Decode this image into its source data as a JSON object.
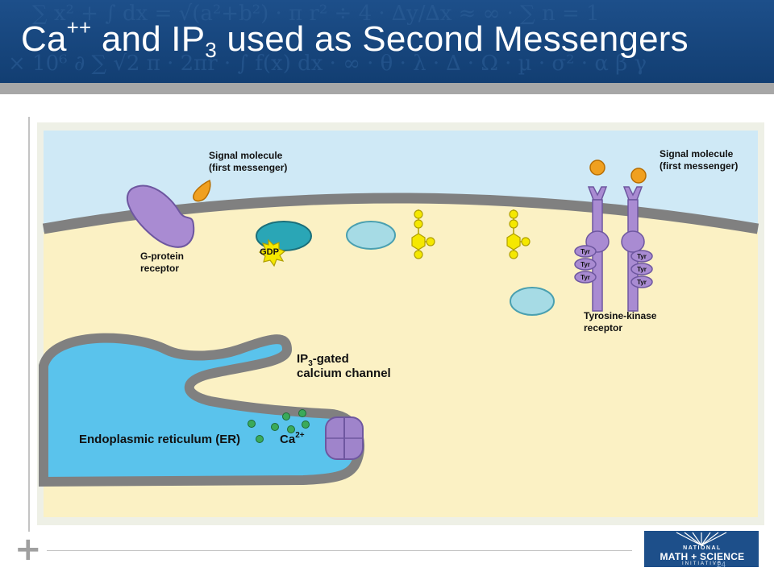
{
  "slide": {
    "title_pre": "Ca",
    "title_sup": "++",
    "title_mid": " and IP",
    "title_sub": "3",
    "title_post": " used as Second Messengers",
    "page_number": "24"
  },
  "diagram": {
    "signal_left_line1": "Signal molecule",
    "signal_left_line2": "(first messenger)",
    "signal_right_line1": "Signal molecule",
    "signal_right_line2": "(first messenger)",
    "gprotein_line1": "G-protein",
    "gprotein_line2": "receptor",
    "gdp": "GDP",
    "tyrosine_line1": "Tyrosine-kinase",
    "tyrosine_line2": "receptor",
    "tyr": "Tyr",
    "ip3_gated_pre": "IP",
    "ip3_gated_sub": "3",
    "ip3_gated_post": "-gated",
    "calcium_channel": "calcium channel",
    "er_label": "Endoplasmic reticulum (ER)",
    "ca_label": "Ca",
    "ca_sup": "2+"
  },
  "logo": {
    "line1": "NATIONAL",
    "line2": "MATH + SCIENCE",
    "line3": "INITIATIVE"
  },
  "colors": {
    "title_bar": "#1d4f8a",
    "extracellular": "#cfe9f6",
    "cytoplasm": "#fbf1c4",
    "membrane": "#808080",
    "er_lumen": "#5ac3ec",
    "receptor_purple": "#a98bd2",
    "signal_orange": "#f0a020",
    "gprotein_teal": "#58bdd0",
    "ip3_yellow": "#f5e800",
    "calcium_green": "#3aaa5a"
  }
}
